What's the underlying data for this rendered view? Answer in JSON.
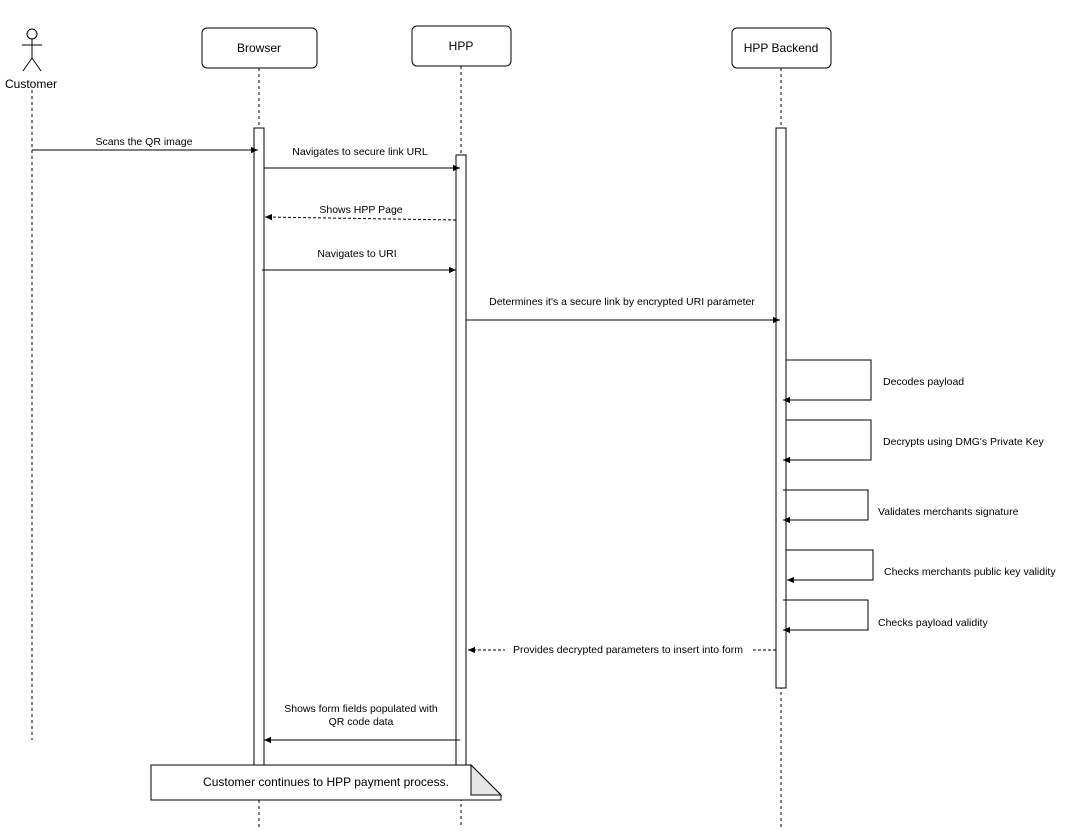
{
  "participants": {
    "customer": "Customer",
    "browser": "Browser",
    "hpp": "HPP",
    "backend": "HPP Backend"
  },
  "messages": {
    "m1": "Scans the QR image",
    "m2": "Navigates to secure link URL",
    "m3": "Shows HPP Page",
    "m4": "Navigates to URI",
    "m5": "Determines it's a secure link by encrypted URI parameter",
    "m6": "Decodes  payload",
    "m7": "Decrypts using DMG's Private  Key",
    "m8": "Validates merchants signature",
    "m9": "Checks merchants public key validity",
    "m10": "Checks payload validity",
    "m11": "Provides decrypted parameters to insert into form",
    "m12_line1": "Shows form fields populated with",
    "m12_line2": "QR code data"
  },
  "note": "Customer continues to HPP payment process."
}
